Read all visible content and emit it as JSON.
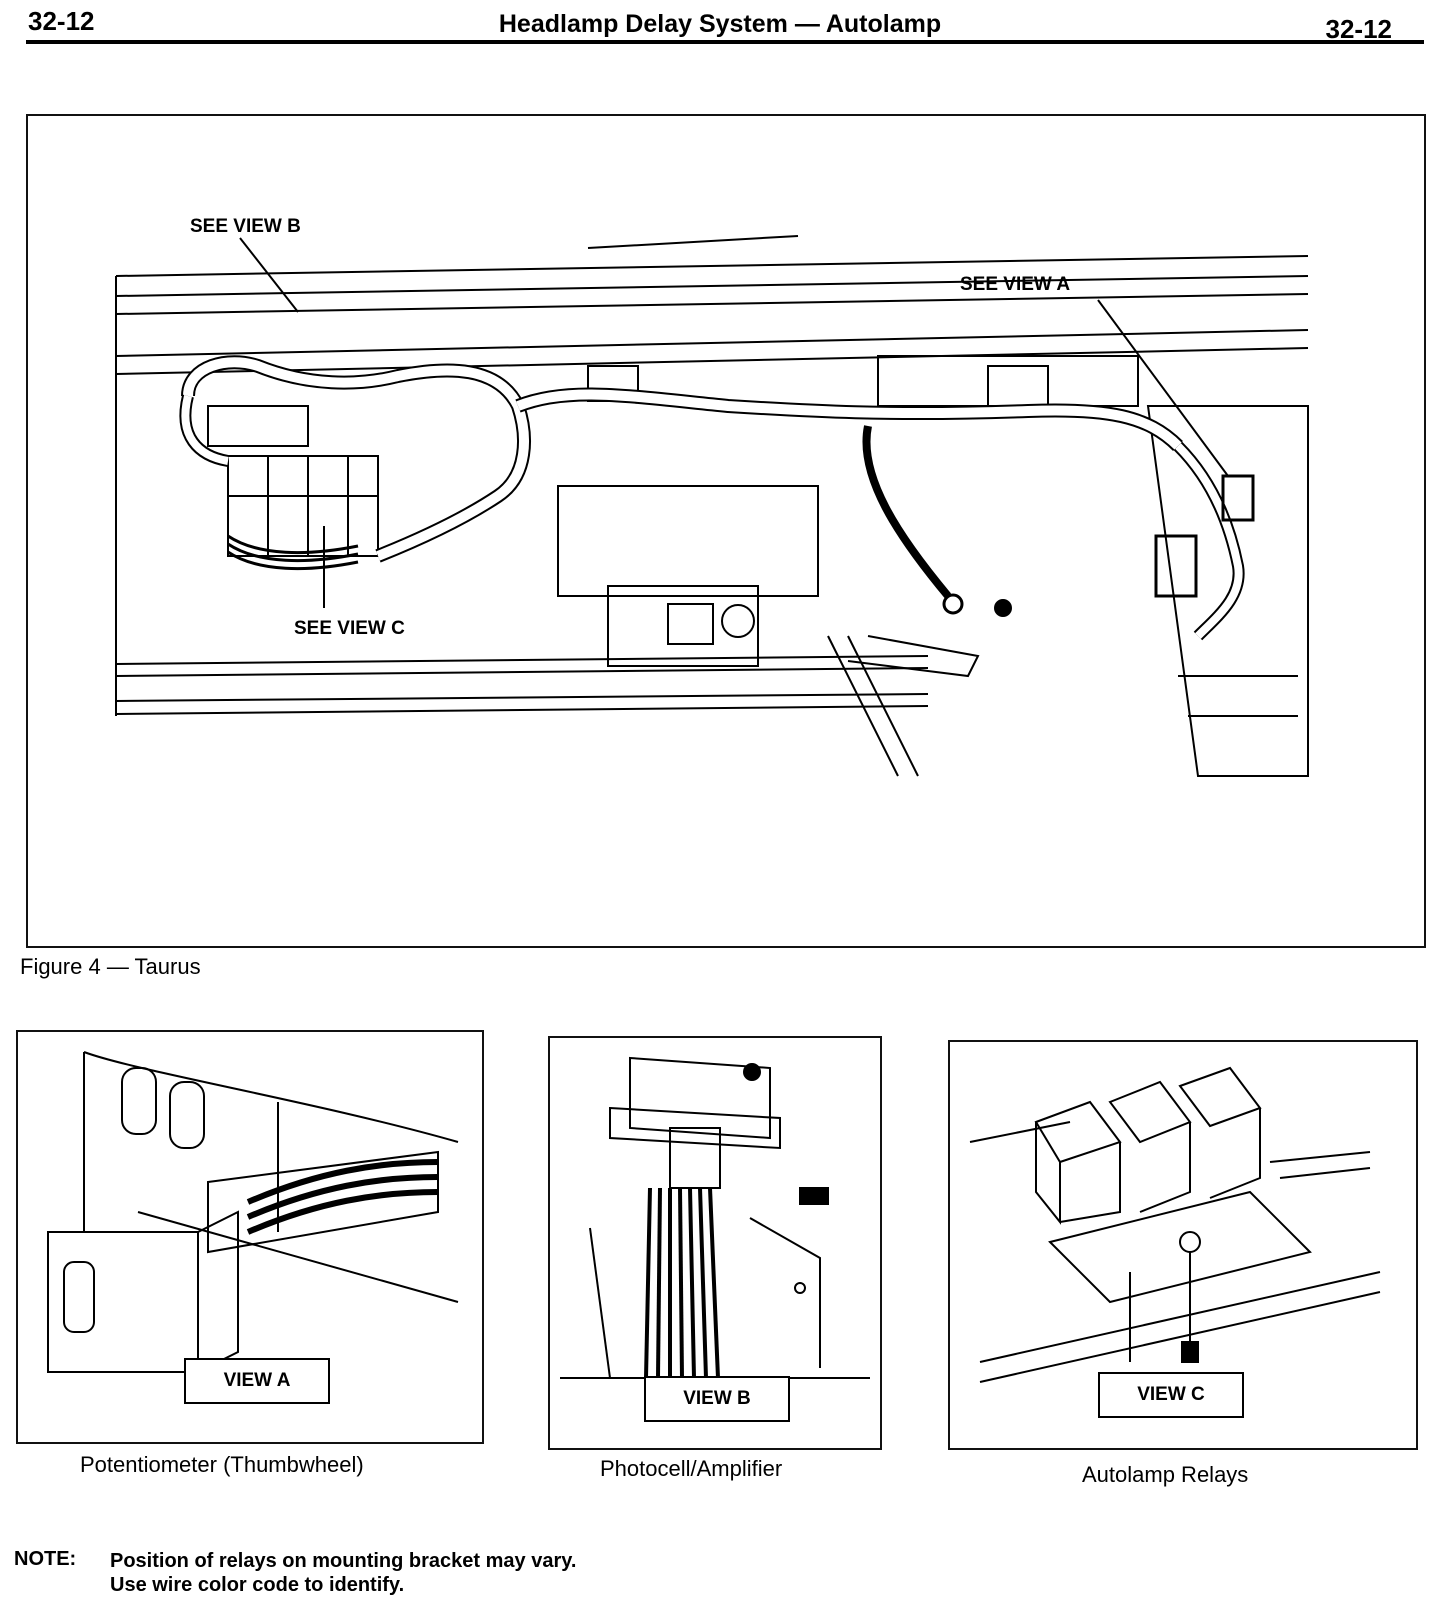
{
  "header": {
    "page_left": "32-12",
    "title": "Headlamp Delay System — Autolamp",
    "page_right": "32-12"
  },
  "main_figure": {
    "callouts": {
      "view_b": "SEE VIEW B",
      "view_a": "SEE VIEW A",
      "view_c": "SEE VIEW C"
    },
    "caption": "Figure 4 — Taurus"
  },
  "views": [
    {
      "label": "VIEW A",
      "caption": "Potentiometer (Thumbwheel)"
    },
    {
      "label": "VIEW B",
      "caption": "Photocell/Amplifier"
    },
    {
      "label": "VIEW C",
      "caption": "Autolamp Relays"
    }
  ],
  "note": {
    "prefix": "NOTE:",
    "line1": "Position of relays on mounting bracket may vary.",
    "line2": "Use wire color code to identify."
  }
}
